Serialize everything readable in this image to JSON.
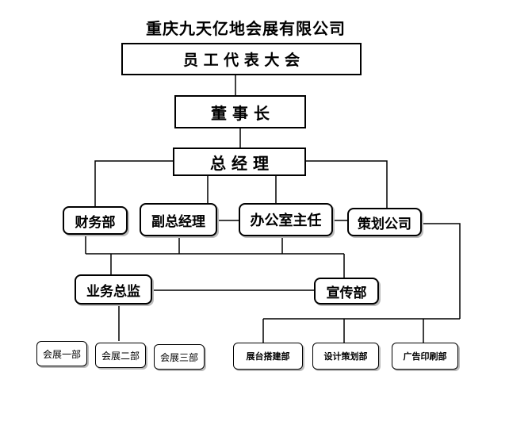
{
  "title": "重庆九天亿地会展有限公司",
  "nodes": {
    "staff_congress": "员 工 代 表 大 会",
    "chairman": "董 事 长",
    "general_manager": "总 经 理",
    "finance": "财务部",
    "deputy_gm": "副总经理",
    "office_director": "办公室主任",
    "planning_company": "策划公司",
    "business_director": "业务总监",
    "publicity": "宣传部",
    "expo_dept_1": "会展一部",
    "expo_dept_2": "会展二部",
    "expo_dept_3": "会展三部",
    "booth_construction": "展台搭建部",
    "design_planning": "设计策划部",
    "ad_printing": "广告印刷部"
  }
}
